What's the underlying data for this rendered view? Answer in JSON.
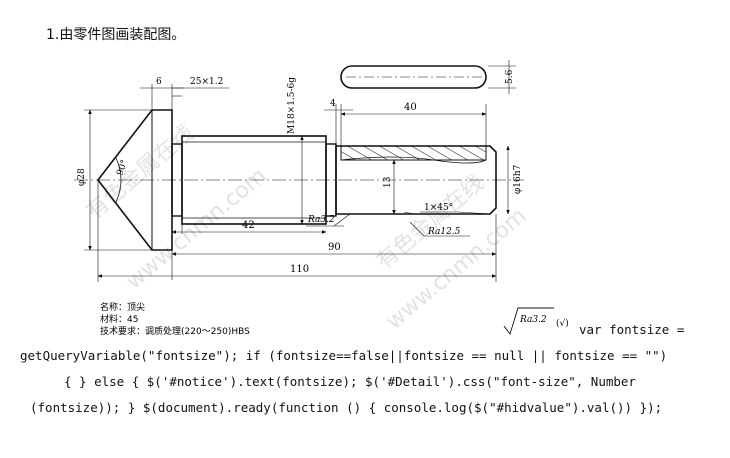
{
  "heading": "1.由零件图画装配图。",
  "drawing": {
    "dim_6": "6",
    "dim_25x12": "25×1.2",
    "thread": "M18×1.5-6g",
    "dim_56": "5.6",
    "dim_4": "4",
    "dim_40": "40",
    "dia28": "φ28",
    "angle90": "90°",
    "dim_13": "13",
    "dia16h7": "φ16h7",
    "ra32a": "Ra3.2",
    "chamfer": "1×45°",
    "ra125": "Ra12.5",
    "dim_42": "42",
    "dim_90": "90",
    "dim_110": "110",
    "name_line": "名称：顶尖",
    "material_line": "材料：45",
    "tech_line": "技术要求：调质处理(220～250)HBS",
    "ra32b": "Ra3.2",
    "check": "(√)",
    "watermark_cn": "有色金属在线",
    "watermark_url": "www.cnmn.com"
  },
  "code_lines": [
    "var fontsize =",
    "getQueryVariable(\"fontsize\"); if (fontsize==false||fontsize == null || fontsize == \"\")",
    "{ } else { $('#notice').text(fontsize); $('#Detail').css(\"font-size\", Number",
    "(fontsize)); } $(document).ready(function () { console.log($(\"#hidvalue\").val()) });"
  ]
}
